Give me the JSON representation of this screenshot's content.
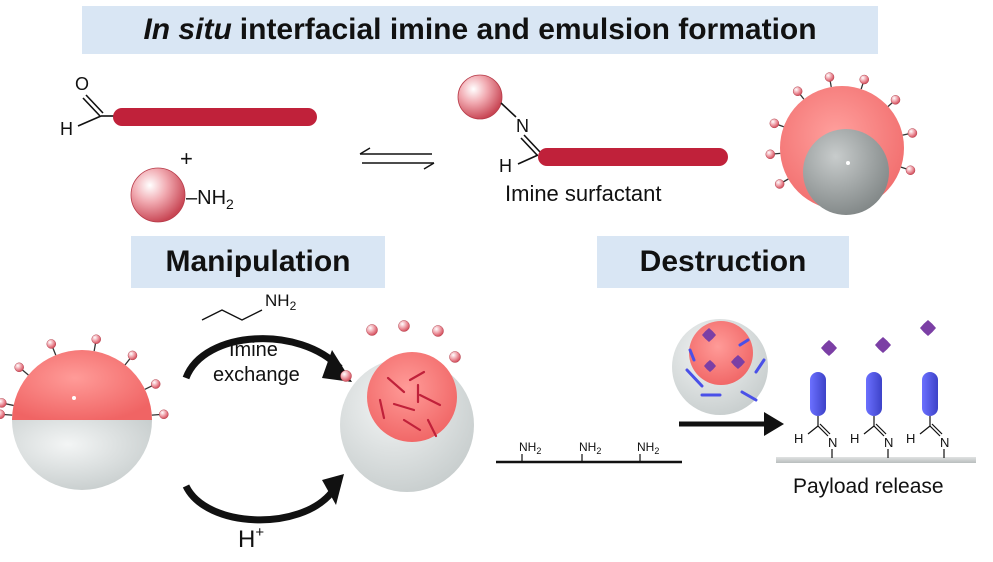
{
  "header": {
    "title_italic": "In situ",
    "title_rest": "interfacial imine and emulsion formation"
  },
  "sections": {
    "manipulation": "Manipulation",
    "destruction": "Destruction"
  },
  "labels": {
    "aldehyde_o": "O",
    "aldehyde_h": "H",
    "plus": "+",
    "amine_group": "–NH",
    "amine_sub": "2",
    "imine_n": "N",
    "imine_h": "H",
    "imine_surfactant": "Imine surfactant",
    "propylamine_nh": "NH",
    "propylamine_sub": "2",
    "imine_exchange_line1": "Imine",
    "imine_exchange_line2": "exchange",
    "acid": "H",
    "acid_sup": "+",
    "surface_amine": "NH",
    "surface_amine_sub": "2",
    "surface_imine_h": "H",
    "surface_imine_n": "N",
    "payload_release": "Payload release"
  },
  "colors": {
    "banner": "#d9e6f4",
    "tail": "#c0213a",
    "bead": "#e0707c",
    "oil": "#f26d6d",
    "water": "#d6dcdc",
    "core": "#8d9393",
    "payload": "#7b3fa5",
    "blue_rod": "#4a50e8"
  }
}
